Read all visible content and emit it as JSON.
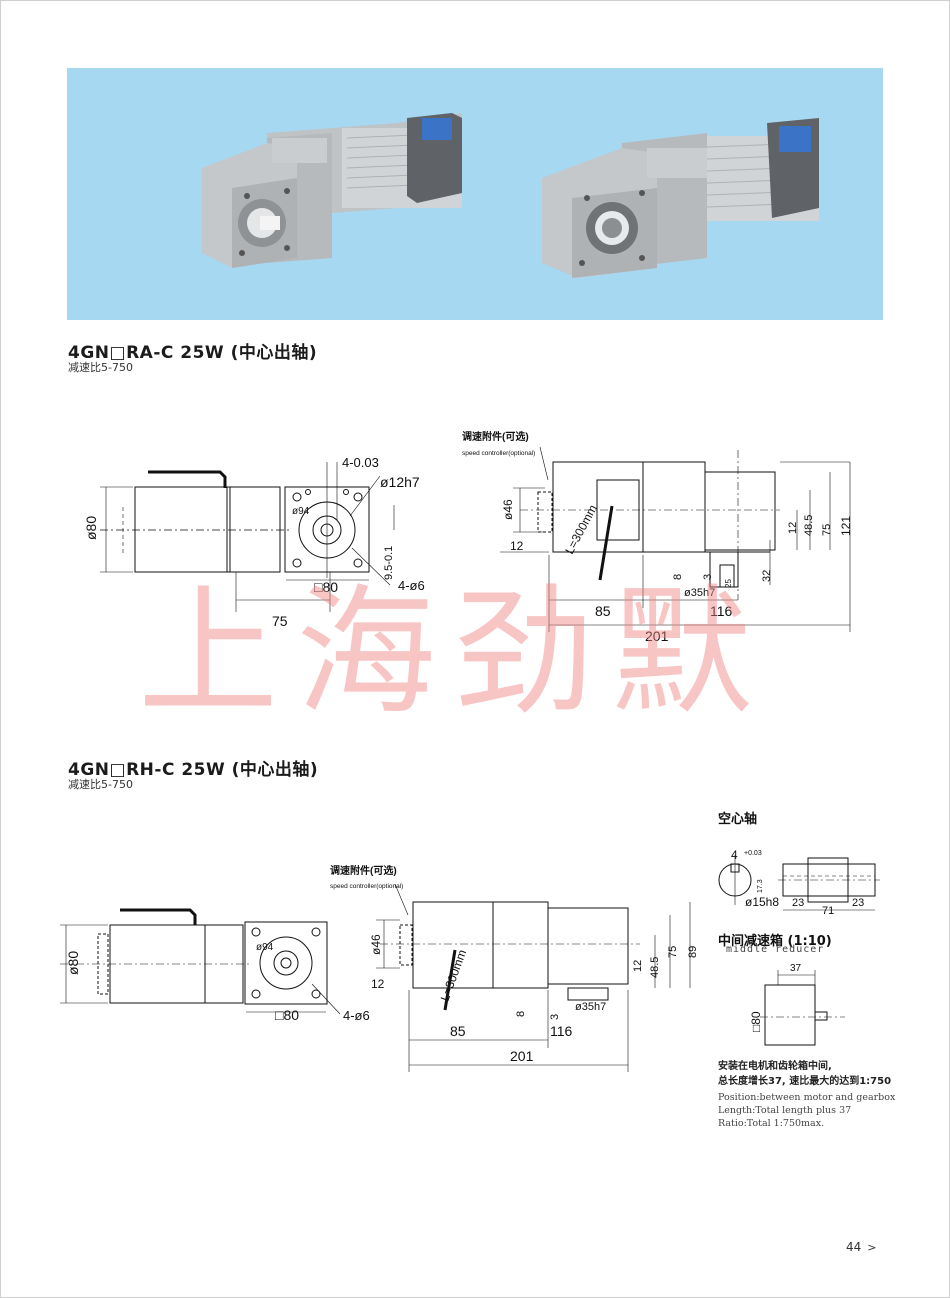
{
  "section1": {
    "title": "4GN□RA-C  25W (中心出轴)",
    "ratio": "减速比5-750",
    "callout_cn": "调速附件(可选)",
    "callout_en": "speed controller(optional)",
    "dims": {
      "d80": "ø80",
      "tol": "4-0.03",
      "d12": "ø12h7",
      "d94": "ø94",
      "k95": "9.5-0.1",
      "holes": "4-ø6",
      "sq80": "□80",
      "l75": "75",
      "d46": "ø46",
      "l12": "12",
      "lmm": "L=300mm",
      "l8": "8",
      "l3": "3",
      "l25": "25",
      "d35": "ø35h7",
      "l32": "32",
      "l85": "85",
      "l116": "116",
      "l201": "201",
      "v12": "12",
      "v485": "48.5",
      "v75": "75",
      "v121": "121"
    }
  },
  "section2": {
    "title": "4GN□RH-C  25W (中心出轴)",
    "ratio": "减速比5-750",
    "callout_cn": "调速附件(可选)",
    "callout_en": "speed controller(optional)",
    "dims": {
      "d80": "ø80",
      "d94": "ø94",
      "sq80": "□80",
      "holes": "4-ø6",
      "d46": "ø46",
      "l12": "12",
      "lmm": "L=300mm",
      "l8": "8",
      "l3": "3",
      "d35": "ø35h7",
      "l85": "85",
      "l116": "116",
      "l201": "201",
      "v12": "12",
      "v485": "48.5",
      "v75": "75",
      "v89": "89"
    }
  },
  "hollow": {
    "title": "空心轴",
    "k4": "4",
    "tol": "+0.03",
    "k173": "17.3",
    "d15": "ø15h8",
    "a23": "23",
    "a71": "71",
    "b23": "23"
  },
  "middle": {
    "title": "中间减速箱 (1:10)",
    "subtitle": "middle reducer",
    "w37": "37",
    "sq80": "□80",
    "note_cn_1": "安装在电机和齿轮箱中间,",
    "note_cn_2": "总长度增长37, 速比最大的达到1:750",
    "note_en_1": "Position:between motor and gearbox",
    "note_en_2": "Length:Total length plus 37",
    "note_en_3": "Ratio:Total 1:750max."
  },
  "watermark": "上海劲默",
  "page": {
    "number": "44",
    "arrow": ">"
  },
  "colors": {
    "photo_bg": "#a7d8f2",
    "watermark": "#f08080"
  }
}
